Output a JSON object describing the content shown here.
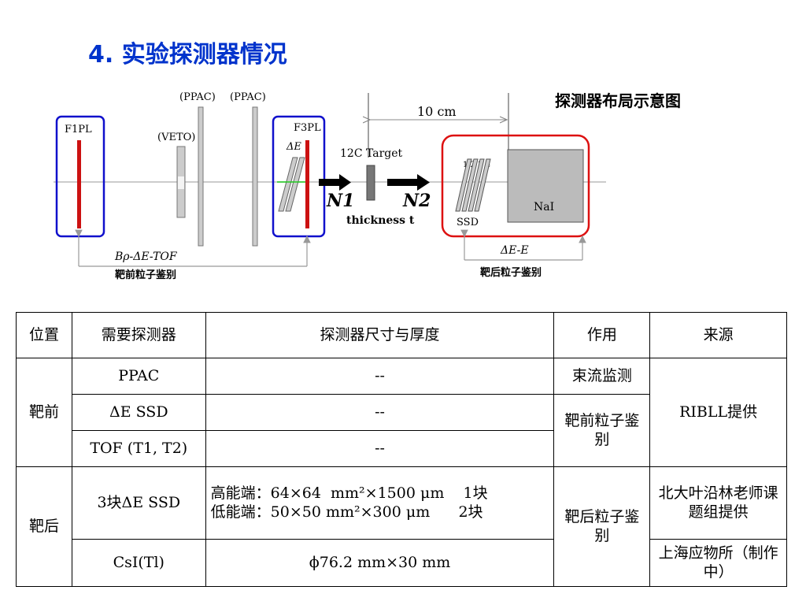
{
  "title": "4. 实验探测器情况",
  "diagram": {
    "caption": "探测器布局示意图",
    "labels": {
      "f1pl": "F1PL",
      "veto": "(VETO)",
      "ppac1": "(PPAC)",
      "ppac2": "(PPAC)",
      "f3pl": "F3PL",
      "delta_e": "ΔE",
      "distance": "10 cm",
      "target": "12C Target",
      "n1": "N1",
      "n2": "N2",
      "thickness": "thickness t",
      "ssd_count": "1 2 3 4",
      "ssd": "SSD",
      "nai": "NaI",
      "bp_de_tof": "Bρ-ΔE-TOF",
      "front_pid": "靶前粒子鉴别",
      "de_e": "ΔE-E",
      "back_pid": "靶后粒子鉴别"
    }
  },
  "table": {
    "headers": [
      "位置",
      "需要探测器",
      "探测器尺寸与厚度",
      "作用",
      "来源"
    ],
    "front": {
      "position": "靶前",
      "rows": [
        {
          "detector": "PPAC",
          "size": "--"
        },
        {
          "detector": "ΔE SSD",
          "size": "--"
        },
        {
          "detector": "TOF (T1, T2)",
          "size": "--"
        }
      ],
      "function_beam": "束流监测",
      "function_pid": "靶前粒子鉴别",
      "source": "RIBLL提供"
    },
    "back": {
      "position": "靶后",
      "ssd_detector": "3块ΔE SSD",
      "ssd_size_line1": "高能端：64×64  mm²×1500 μm    1块",
      "ssd_size_line2": "低能端：50×50 mm²×300 μm      2块",
      "ssd_source": "北大叶沿林老师课题组提供",
      "function": "靶后粒子鉴别",
      "csi_detector": "CsI(Tl)",
      "csi_size": "ϕ76.2 mm×30 mm",
      "csi_source": "上海应物所（制作中）"
    }
  }
}
